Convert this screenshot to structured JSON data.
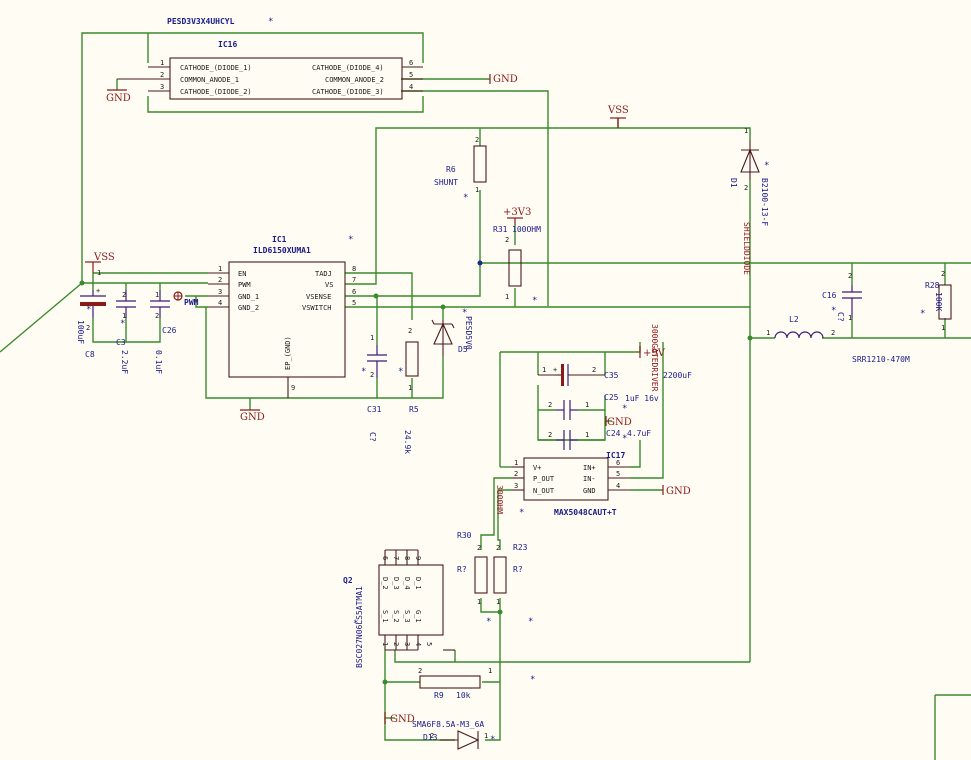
{
  "colors": {
    "wire": "#3a8a2e",
    "component": "#3a1c7a",
    "label": "#1a1a8a",
    "power": "#8a1a1a",
    "background": "#fffcf3"
  },
  "ic16": {
    "part": "PESD3V3X4UHCYL",
    "designator": "IC16",
    "pins_left": [
      "CATHODE_(DIODE_1)",
      "COMMON_ANODE_1",
      "CATHODE_(DIODE_2)"
    ],
    "pins_right": [
      "CATHODE_(DIODE_4)",
      "COMMON_ANODE_2",
      "CATHODE_(DIODE_3)"
    ],
    "nums_left": [
      "1",
      "2",
      "3"
    ],
    "nums_right": [
      "6",
      "5",
      "4"
    ]
  },
  "ic1": {
    "designator": "IC1",
    "part": "ILD6150XUMA1",
    "pins_left": [
      "EN",
      "PWM",
      "GND_1",
      "GND_2"
    ],
    "pins_right": [
      "TADJ",
      "VS",
      "VSENSE",
      "VSWITCH"
    ],
    "nums_left": [
      "1",
      "2",
      "3",
      "4"
    ],
    "nums_right": [
      "8",
      "7",
      "6",
      "5"
    ],
    "ep": "EP_(GND)",
    "ep_num": "9"
  },
  "ic17": {
    "designator": "IC17",
    "part": "MAX5048CAUT+T",
    "pins_left": [
      "V+",
      "P_OUT",
      "N_OUT"
    ],
    "pins_right": [
      "IN+",
      "IN-",
      "GND"
    ],
    "nums_left": [
      "1",
      "2",
      "3"
    ],
    "nums_right": [
      "6",
      "5",
      "4"
    ]
  },
  "q2": {
    "designator": "Q2",
    "part": "BSC027N06LS5ATMA1",
    "top_pins": [
      "D_2",
      "D_3",
      "D_4",
      "D_1"
    ],
    "top_nums": [
      "6",
      "7",
      "8",
      "9"
    ],
    "bot_pins": [
      "S_1",
      "S_2",
      "S_3",
      "G_1"
    ],
    "bot_nums": [
      "1",
      "2",
      "3",
      "4"
    ],
    "pin5": "5"
  },
  "power": {
    "vss1": "VSS",
    "vss2": "VSS",
    "p3v3": "+3V3",
    "p9v": "+9V",
    "gnd": "GND"
  },
  "parts": {
    "c8": {
      "ref": "C8",
      "val": "100uF"
    },
    "c3": {
      "ref": "C3",
      "val": "2.2uF"
    },
    "c26": {
      "ref": "C26",
      "val": "0.1uF"
    },
    "pwm": "PWM",
    "r6": {
      "ref": "R6",
      "val": "SHUNT"
    },
    "r31": {
      "ref": "R31",
      "val": "100OHM"
    },
    "d5": {
      "ref": "D5",
      "val": "PESD5V0"
    },
    "c31": {
      "ref": "C31",
      "val": "C?"
    },
    "r5": {
      "ref": "R5",
      "val": "24.9k"
    },
    "d1": {
      "ref": "D1",
      "val": "B2100-13-F"
    },
    "c35": {
      "ref": "C35",
      "val": "2200uF"
    },
    "c25": {
      "ref": "C25",
      "val": "1uF 16v"
    },
    "c24": {
      "ref": "C24",
      "val": "4.7uF"
    },
    "c16": {
      "ref": "C16",
      "val": "C?"
    },
    "l2": {
      "ref": "L2",
      "val": "SRR1210-470M"
    },
    "r28": {
      "ref": "R28",
      "val": "100K"
    },
    "r30": {
      "ref": "R30",
      "val": "R?"
    },
    "r23": {
      "ref": "R23",
      "val": "R?"
    },
    "r9": {
      "ref": "R9",
      "val": "10k"
    },
    "d13": {
      "ref": "D13",
      "val": "SMA6F8.5A-M3_6A"
    }
  },
  "nets": {
    "gate": "3000GATEDRIVER",
    "ohm": "3000HM",
    "shield": "SHIELDDIODE"
  }
}
